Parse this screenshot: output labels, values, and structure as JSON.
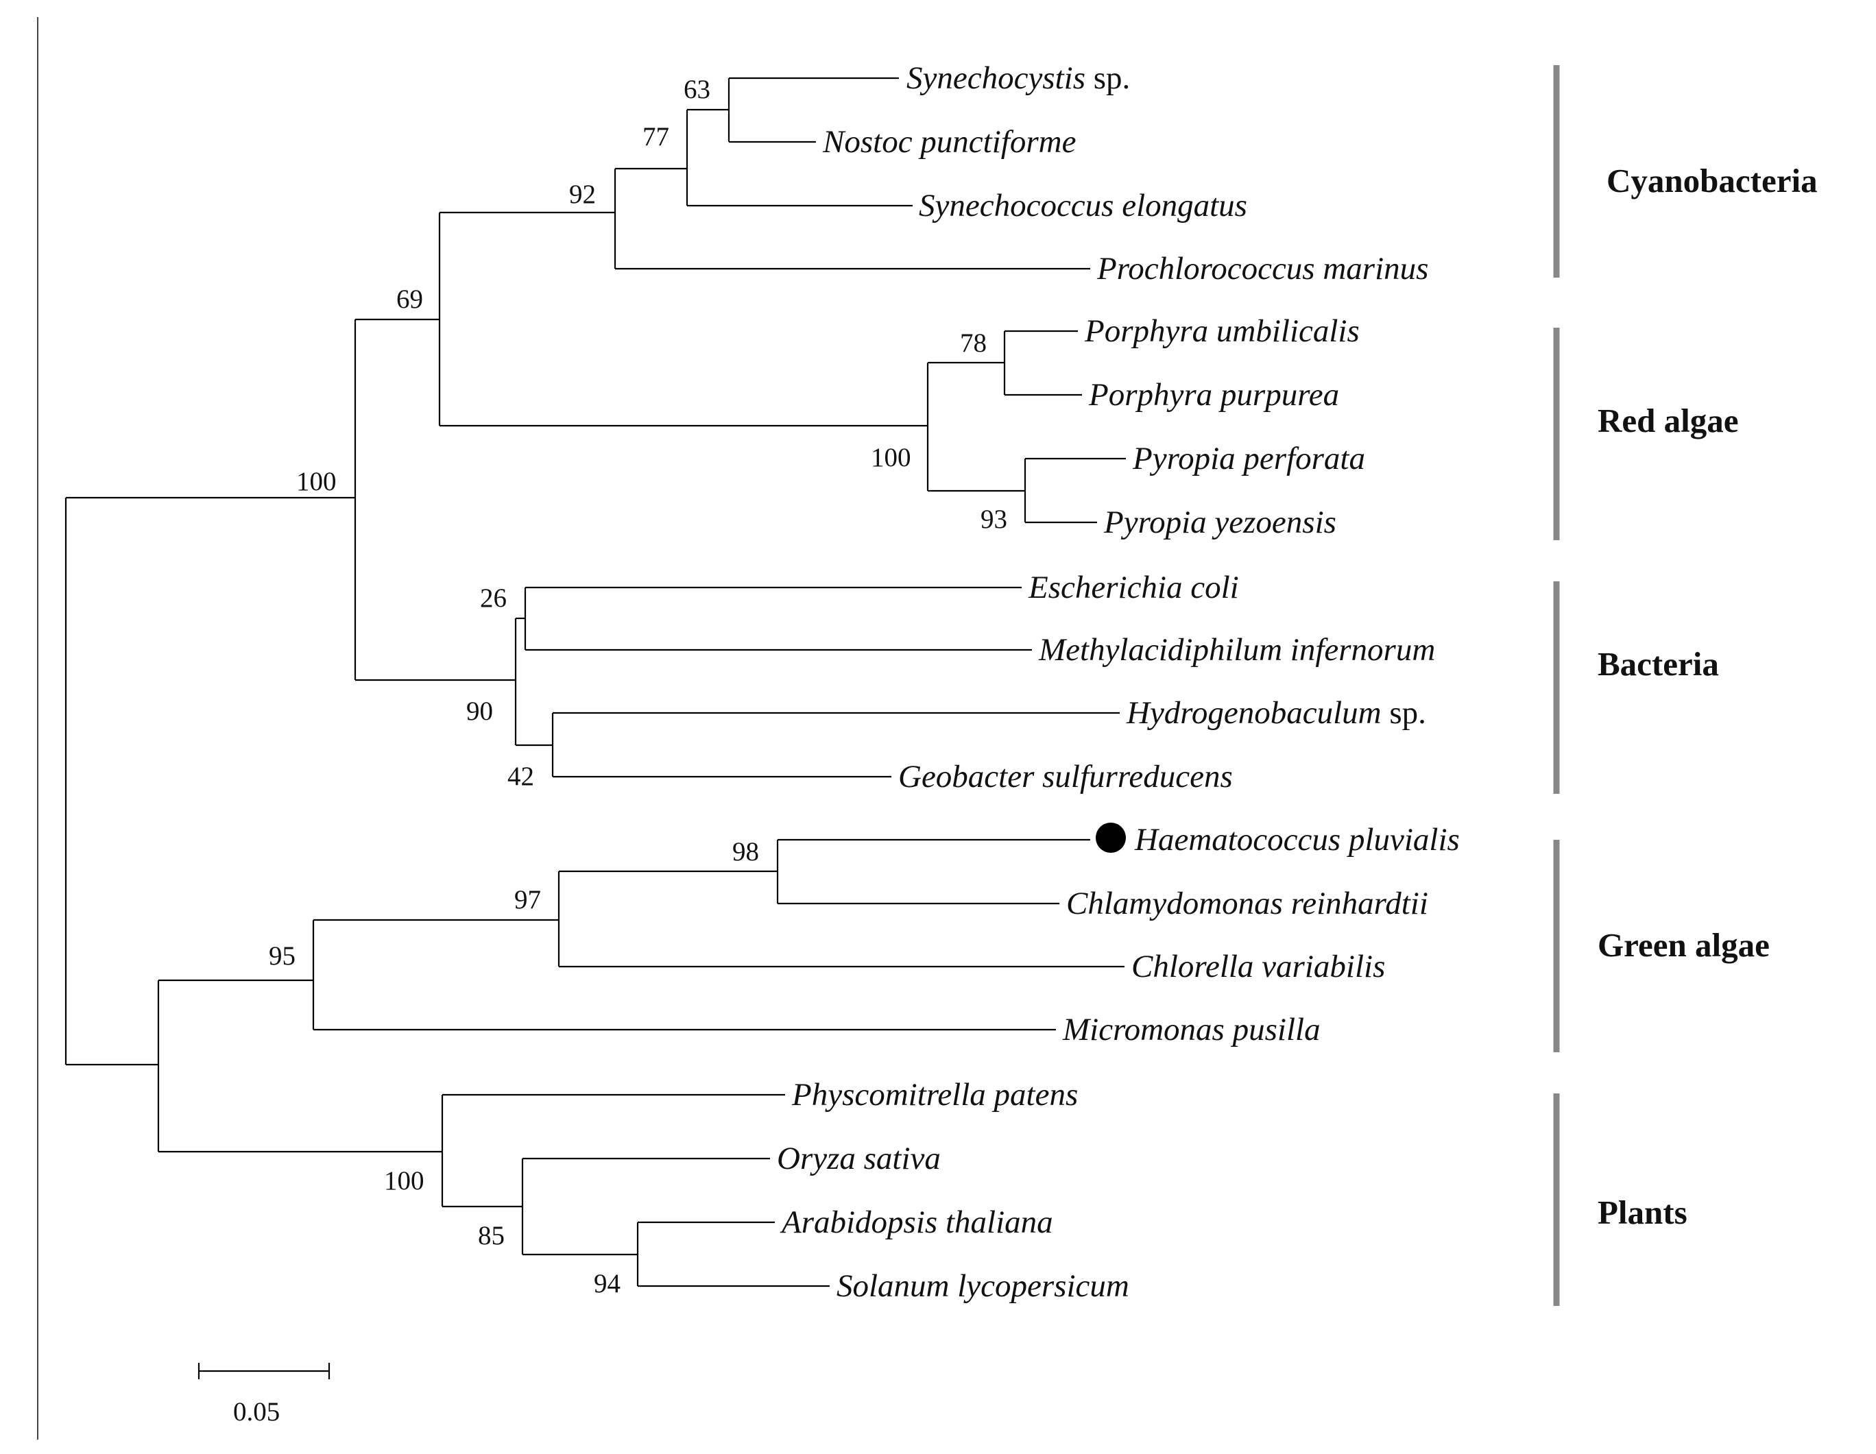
{
  "tree": {
    "taxa": [
      {
        "italic": "Synechocystis",
        "roman": " sp."
      },
      {
        "italic": "Nostoc punctiforme",
        "roman": ""
      },
      {
        "italic": "Synechococcus elongatus",
        "roman": ""
      },
      {
        "italic": "Prochlorococcus marinus",
        "roman": ""
      },
      {
        "italic": "Porphyra umbilicalis",
        "roman": ""
      },
      {
        "italic": "Porphyra purpurea",
        "roman": ""
      },
      {
        "italic": "Pyropia perforata",
        "roman": ""
      },
      {
        "italic": "Pyropia yezoensis",
        "roman": ""
      },
      {
        "italic": "Escherichia coli",
        "roman": ""
      },
      {
        "italic": "Methylacidiphilum infernorum",
        "roman": ""
      },
      {
        "italic": "Hydrogenobaculum",
        "roman": " sp."
      },
      {
        "italic": "Geobacter sulfurreducens",
        "roman": ""
      },
      {
        "italic": "Haematococcus pluvialis",
        "roman": "",
        "marker": "filled-circle"
      },
      {
        "italic": "Chlamydomonas reinhardtii",
        "roman": ""
      },
      {
        "italic": "Chlorella variabilis",
        "roman": ""
      },
      {
        "italic": "Micromonas pusilla",
        "roman": ""
      },
      {
        "italic": "Physcomitrella patens",
        "roman": ""
      },
      {
        "italic": "Oryza sativa",
        "roman": ""
      },
      {
        "italic": "Arabidopsis thaliana",
        "roman": ""
      },
      {
        "italic": "Solanum lycopersicum",
        "roman": ""
      }
    ],
    "support_values": [
      "63",
      "77",
      "92",
      "69",
      "78",
      "100",
      "93",
      "100",
      "26",
      "90",
      "42",
      "98",
      "97",
      "95",
      "100",
      "85",
      "94"
    ],
    "groups": [
      "Cyanobacteria",
      "Red algae",
      "Bacteria",
      "Green algae",
      "Plants"
    ],
    "scale_bar": {
      "label": "0.05"
    }
  }
}
